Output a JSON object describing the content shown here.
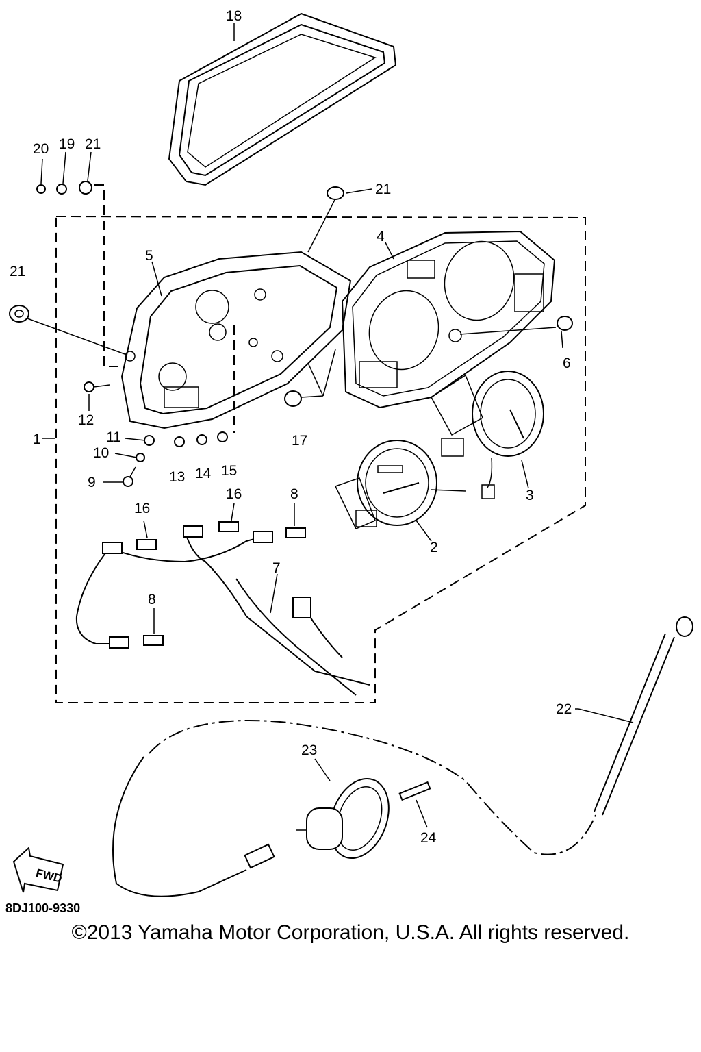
{
  "diagram": {
    "part_code": "8DJ100-9330",
    "fwd_label": "FWD",
    "copyright": "©2013 Yamaha Motor Corporation, U.S.A. All rights reserved.",
    "callouts": {
      "c1": "1",
      "c2": "2",
      "c3": "3",
      "c4": "4",
      "c5": "5",
      "c6": "6",
      "c7": "7",
      "c8a": "8",
      "c8b": "8",
      "c9": "9",
      "c10": "10",
      "c11": "11",
      "c12": "12",
      "c13": "13",
      "c14": "14",
      "c15": "15",
      "c16a": "16",
      "c16b": "16",
      "c17": "17",
      "c18": "18",
      "c19": "19",
      "c20": "20",
      "c21a": "21",
      "c21b": "21",
      "c21c": "21",
      "c22": "22",
      "c23": "23",
      "c24": "24"
    }
  }
}
